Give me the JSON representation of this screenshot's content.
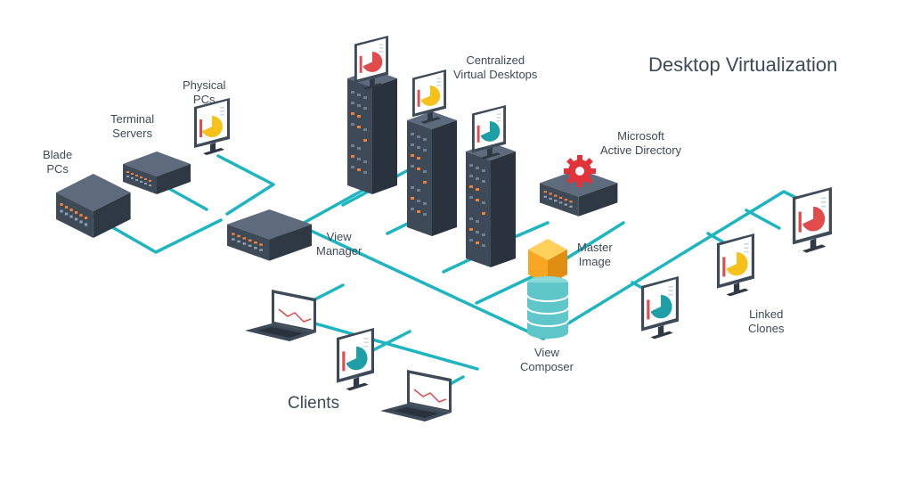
{
  "title": "Desktop Virtualization",
  "labels": {
    "blade_pcs": [
      "Blade",
      "PCs"
    ],
    "terminal_servers": [
      "Terminal",
      "Servers"
    ],
    "physical_pcs": [
      "Physical",
      "PCs"
    ],
    "centralized_virtual_desktops": [
      "Centralized",
      "Virtual Desktops"
    ],
    "microsoft_active_directory": [
      "Microsoft",
      "Active Directory"
    ],
    "view_manager": [
      "View",
      "Manager"
    ],
    "master_image": [
      "Master",
      "Image"
    ],
    "view_composer": [
      "View",
      "Composer"
    ],
    "linked_clones": [
      "Linked",
      "Clones"
    ],
    "clients": "Clients"
  },
  "colors": {
    "network_line": "#1fb5c0",
    "server_dark": "#3e4a58",
    "server_light": "#5d6b7c",
    "led_orange": "#f0813c",
    "pie_red": "#e04b4b",
    "pie_yellow": "#f5c21b",
    "pie_teal": "#1e9fa5",
    "gear_red": "#e3333a",
    "cube_orange": "#f6a623",
    "database_teal": "#5fc7c9"
  },
  "icons": [
    "server-icon",
    "monitor-icon",
    "laptop-icon",
    "gear-icon",
    "cube-icon",
    "database-icon"
  ]
}
